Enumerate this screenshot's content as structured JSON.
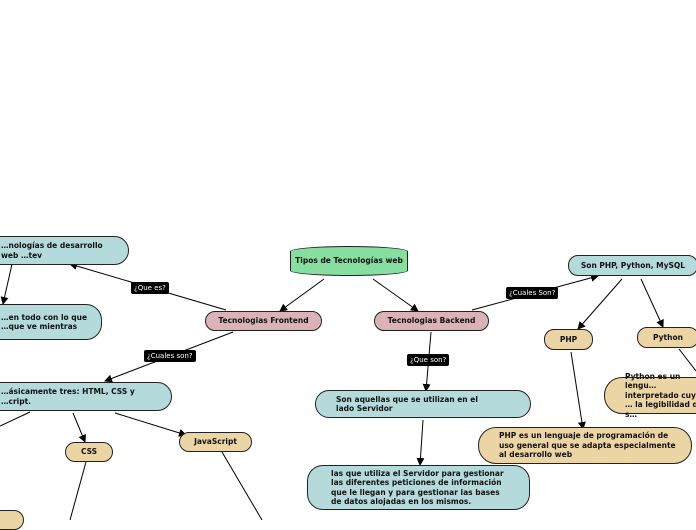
{
  "nodes": {
    "root": "Tipos de Tecnologías web",
    "frontend": "Tecnologias Frontend",
    "backend": "Tecnologias Backend",
    "front_def": "…nologías de desarrollo web …tev",
    "front_def2": "…en todo con lo que …que ve mientras",
    "front_list": "…ásicamente tres: HTML, CSS y …cript.",
    "css": "CSS",
    "javascript": "JavaScript",
    "back_def": "Son aquellas que se utilizan en el lado Servidor",
    "back_use": "las que utiliza el Servidor para gestionar las diferentes peticiones de información que le llegan y para gestionar las bases de datos alojadas en los mismos.",
    "back_list": "Son PHP, Python, MySQL",
    "php": "PHP",
    "python": "Python",
    "php_def": "PHP es un lenguaje de programación de uso general que se adapta especialmente al desarrollo web",
    "python_def": "Python es un lengu… interpretado cuya … la legibilidad de s…"
  },
  "edge_labels": {
    "que_es": "¿Que es?",
    "cuales_son_front": "¿Cuales son?",
    "que_son": "¿Que son?",
    "cuales_son_back": "¿Cuales Son?"
  },
  "colors": {
    "root": "#86dea0",
    "topic": "#dbb3b7",
    "detail": "#b5dadb",
    "leaf": "#ecd5a5",
    "line": "#000000"
  }
}
